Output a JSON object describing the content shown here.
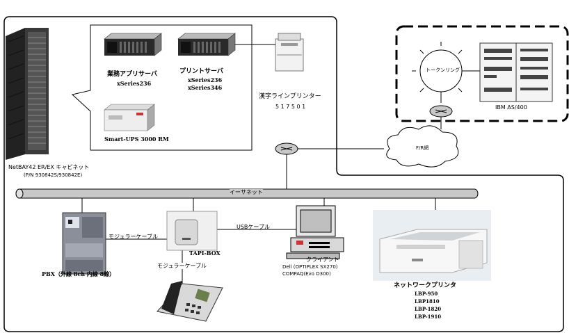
{
  "colors": {
    "line": "#000000",
    "bus_fill": "#c8c8c8",
    "device_dark": "#2a2a2a",
    "device_mid": "#8a8a8a",
    "device_light": "#e6e6e6"
  },
  "rack": {
    "name": "NetBAY42 ER/EX キャビネット",
    "part_number": "(P/N 930842S/930842E)"
  },
  "servers": {
    "admin_server_name": "業務アプリサーバ",
    "admin_server_model": "xSeries236",
    "print_server_name": "プリントサーバ",
    "print_server_model_1": "xSeries236",
    "print_server_model_2": "xSeries346",
    "ups_label": "Smart-UPS 3000 RM"
  },
  "line_printer": {
    "name": "漢字ラインプリンター",
    "model": "5 1 7 5 0 1"
  },
  "token_ring": {
    "label": "トークンリング",
    "host_label": "IBM AS/400"
  },
  "wan": {
    "label": "F/R網"
  },
  "ethernet": {
    "label": "イーサネット"
  },
  "pbx": {
    "label": "PBX（外線 8ch 内線 8線）",
    "modular_cable_label": "モジュラーケーブル"
  },
  "tapi": {
    "label": "TAPI-BOX",
    "usb_cable_label": "USBケーブル",
    "modular_cable_label": "モジュラーケーブル"
  },
  "client": {
    "label": "クライアント",
    "model_1": "Dell (OPTIPLEX SX270)",
    "model_2": "COMPAQ(Evo D300)"
  },
  "network_printer": {
    "label": "ネットワークプリンタ",
    "models": [
      "LBP-950",
      "LBP1810",
      "LBP-1820",
      "LBP-1910"
    ]
  }
}
